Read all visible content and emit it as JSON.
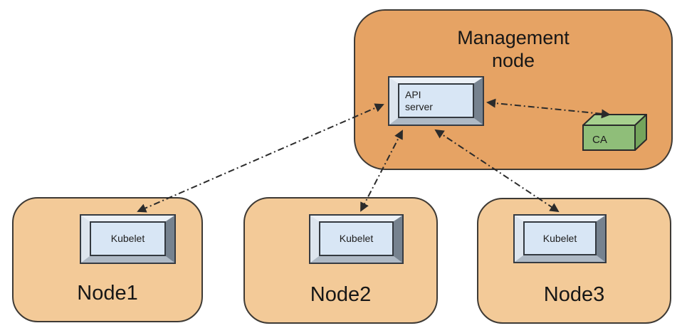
{
  "management_node": {
    "label": "Management node",
    "label_line1": "Management",
    "label_line2": "node",
    "api_server": {
      "label": "API server",
      "line1": "API",
      "line2": "server"
    },
    "ca": {
      "label": "CA"
    }
  },
  "worker_nodes": [
    {
      "label": "Node1",
      "component": "Kubelet"
    },
    {
      "label": "Node2",
      "component": "Kubelet"
    },
    {
      "label": "Node3",
      "component": "Kubelet"
    }
  ],
  "connections": [
    {
      "from": "API server",
      "to": "Kubelet (Node1)",
      "line_style": "dash-dot",
      "bidirectional": true
    },
    {
      "from": "API server",
      "to": "Kubelet (Node2)",
      "line_style": "dash-dot",
      "bidirectional": true
    },
    {
      "from": "API server",
      "to": "Kubelet (Node3)",
      "line_style": "dash-dot",
      "bidirectional": true
    },
    {
      "from": "API server",
      "to": "CA",
      "line_style": "dash-dot",
      "bidirectional": true
    }
  ],
  "colors": {
    "management_fill": "#e6a364",
    "worker_fill": "#f3ca98",
    "component_face": "#d8e6f5",
    "ca_front": "#8fbe79",
    "ca_top": "#a7d08e",
    "ca_side": "#74a45c",
    "outline": "#3e3a35",
    "arrow": "#2b2b2b"
  }
}
